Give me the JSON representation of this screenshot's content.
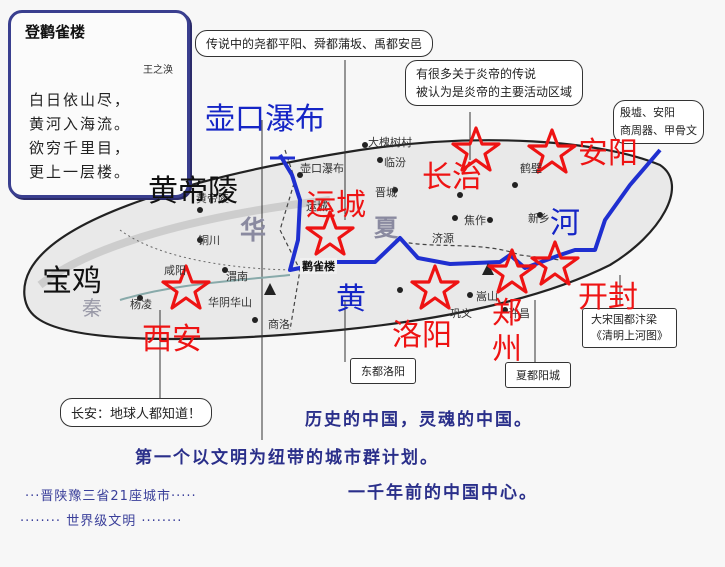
{
  "poem": {
    "title": "登鹳雀楼",
    "author": "王之涣",
    "lines": [
      "白日依山尽，",
      "黄河入海流。",
      "欲穷千里目，",
      "更上一层楼。"
    ]
  },
  "callouts": {
    "legend_capitals": "传说中的尧都平阳、舜都蒲坂、禹都安邑",
    "yan_emperor": [
      "有很多关于炎帝的传说",
      "被认为是炎帝的主要活动区域"
    ],
    "anyang_note": [
      "殷墟、安阳",
      "商周器、甲骨文"
    ],
    "xian_note": "长安：地球人都知道！",
    "kaifeng_note": [
      "大宋国都汴梁",
      "《清明上河图》"
    ],
    "luoyang_note": "东都洛阳",
    "zhengzhou_note": "夏都阳城"
  },
  "big_labels": {
    "hukou": "壶口瀑布",
    "huangdi": "黄帝陵",
    "baoji": "宝鸡",
    "yuncheng": "运城",
    "changzhi": "长治",
    "anyang": "安阳",
    "he": "河",
    "kaifeng": "开封",
    "xian": "西安",
    "luoyang": "洛阳",
    "zhengzhou": "郑州",
    "huang": "黄"
  },
  "map_labels": {
    "taiyuan": "大槐树村",
    "linfen": "临汾",
    "hukou_small": "壶口瀑布",
    "huangdi_small": "黄帝陵",
    "yuncheng_small": "运城",
    "guanque": "鹳雀楼",
    "xinzhou": "晋城",
    "jiaozuo": "焦作",
    "xinxiang": "新乡",
    "jiyuan": "济源",
    "hebi": "鹤壁",
    "weinan": "渭南",
    "huashan": "华阴华山",
    "shangluo": "商洛",
    "tongchuan": "铜川",
    "xianyang": "咸阳",
    "yangling": "杨凌",
    "songshan": "嵩山",
    "gongyi": "巩义",
    "xuchang": "许昌",
    "hua": "华",
    "qin": "秦",
    "xia": "夏"
  },
  "footer": {
    "line1": "历史的中国，灵魂的中国。",
    "line2": "第一个以文明为纽带的城市群计划。",
    "line3": "一千年前的中国中心。",
    "small1": "晋陕豫三省21座城市",
    "small2": "世界级文明"
  },
  "colors": {
    "star": "#ee1313",
    "river": "#1f2fd0",
    "ink": "#2a2f8a"
  }
}
